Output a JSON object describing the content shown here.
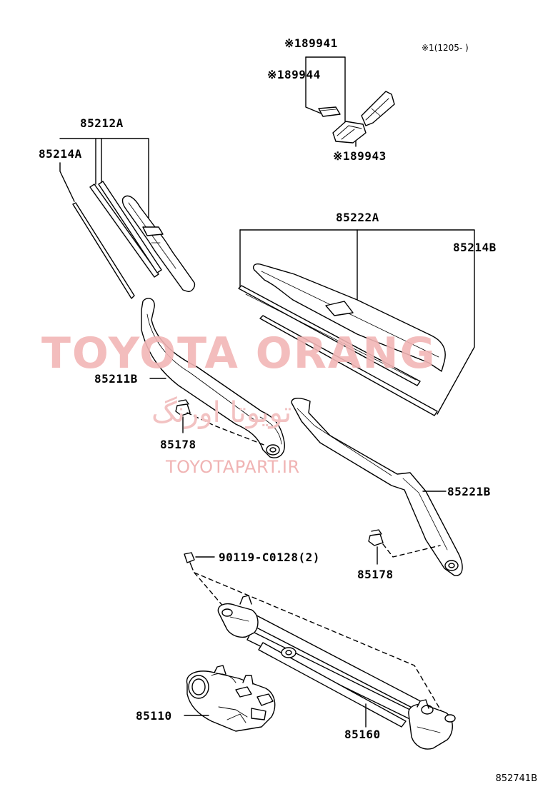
{
  "watermark": {
    "brand": "TOYOTA ORANG",
    "persian": "تویوتا اورنگ",
    "url": "TOYOTAPART.IR",
    "color": "#f2b6b6"
  },
  "note": "※1(1205-      )",
  "diagram_code": "852741B",
  "parts": {
    "p89941": "※189941",
    "p89944": "※189944",
    "p89943": "※189943",
    "p85212A": "85212A",
    "p85214A": "85214A",
    "p85222A": "85222A",
    "p85214B": "85214B",
    "p85211B": "85211B",
    "p85178_left": "85178",
    "p85221B": "85221B",
    "p85178_right": "85178",
    "p90119": "90119-C0128(2)",
    "p85110": "85110",
    "p85160": "85160"
  }
}
